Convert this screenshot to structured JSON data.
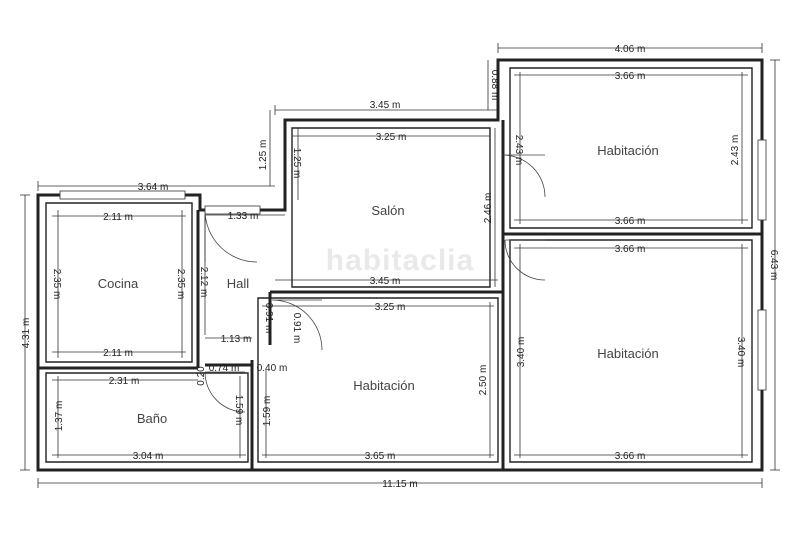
{
  "watermark": "habitaclia",
  "rooms": {
    "salon": "Salón",
    "cocina": "Cocina",
    "hall": "Hall",
    "bano": "Baño",
    "habitacion_center": "Habitación",
    "habitacion_top_right": "Habitación",
    "habitacion_bottom_right": "Habitación"
  },
  "dimensions": {
    "total_width": "11.15 m",
    "total_height_left": "4.31 m",
    "total_height_right": "6.43 m",
    "top_right_width": "4.06 m",
    "top_right_offset": "0.88 m",
    "left_block_width": "3.64 m",
    "salon_top_outer": "3.45 m",
    "salon_top_inner": "3.25 m",
    "salon_step_outer": "1.25 m",
    "salon_step_inner": "1.25 m",
    "salon_right": "2.46 m",
    "salon_bottom": "3.45 m",
    "hall_top": "1.33 m",
    "hall_left": "2.12 m",
    "hall_bottom": "1.13 m",
    "hall_door_a": "0.91 m",
    "hall_door_b": "0.91 m",
    "hall_small_a": "0.74 m",
    "hall_small_b": "0.40 m",
    "hall_small_c": "0.20",
    "cocina_top": "2.11 m",
    "cocina_bottom": "2.11 m",
    "cocina_left": "2.35 m",
    "cocina_right": "2.35 m",
    "bano_top": "2.31 m",
    "bano_bottom": "3.04 m",
    "bano_left": "1.37 m",
    "bano_right": "1.59 m",
    "hab_center_top": "3.25 m",
    "hab_center_bottom": "3.65 m",
    "hab_center_left": "1.59 m",
    "hab_center_right": "2.50 m",
    "hab_tr_top": "3.66 m",
    "hab_tr_bottom": "3.66 m",
    "hab_tr_left": "2.43 m",
    "hab_tr_right": "2.43 m",
    "hab_br_top": "3.66 m",
    "hab_br_bottom": "3.66 m",
    "hab_br_left": "3.40 m",
    "hab_br_right": "3.40 m"
  }
}
